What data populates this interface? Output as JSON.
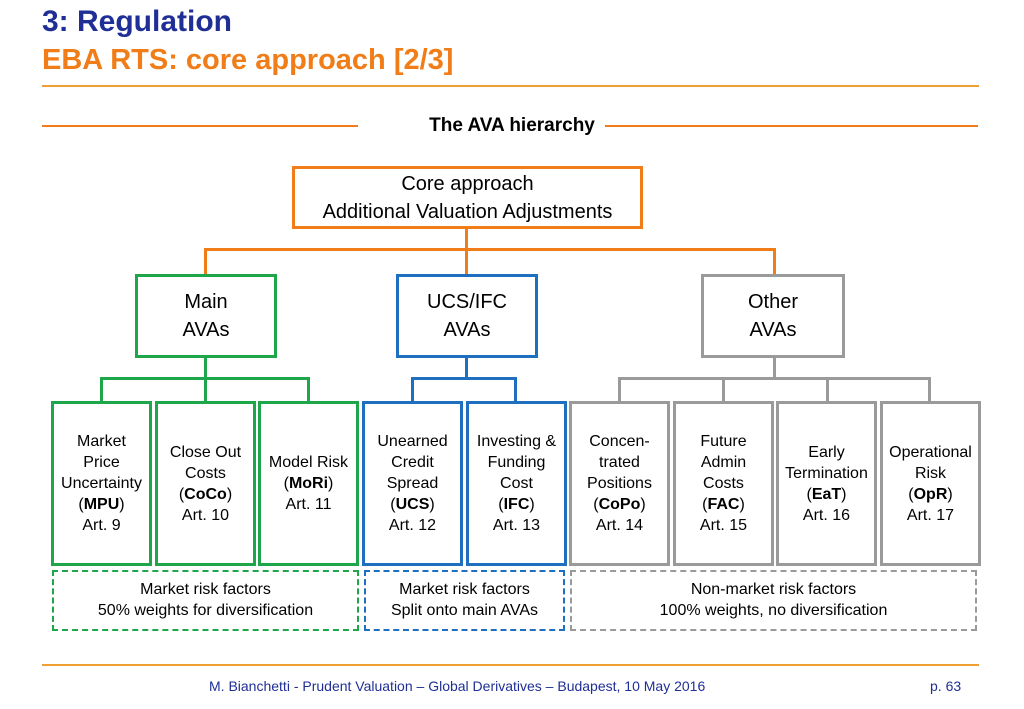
{
  "header": {
    "title": "3: Regulation",
    "subtitle": "EBA RTS: core approach [2/3]"
  },
  "section_title": "The AVA hierarchy",
  "core": {
    "line1": "Core approach",
    "line2": "Additional Valuation Adjustments"
  },
  "groups": [
    {
      "line1": "Main",
      "line2": "AVAs",
      "color": "#1ea64b"
    },
    {
      "line1": "UCS/IFC",
      "line2": "AVAs",
      "color": "#1f6fc1"
    },
    {
      "line1": "Other",
      "line2": "AVAs",
      "color": "#9a9a9a"
    }
  ],
  "leaves": [
    {
      "name": "Market Price Uncertainty",
      "lines": [
        "Market",
        "Price",
        "Uncertainty"
      ],
      "abbr": "MPU",
      "article": "Art. 9"
    },
    {
      "name": "Close Out Costs",
      "lines": [
        "Close Out",
        "Costs"
      ],
      "abbr": "CoCo",
      "article": "Art. 10"
    },
    {
      "name": "Model Risk",
      "lines": [
        "Model Risk"
      ],
      "abbr": "MoRi",
      "article": "Art. 11"
    },
    {
      "name": "Unearned Credit Spread",
      "lines": [
        "Unearned",
        "Credit",
        "Spread"
      ],
      "abbr": "UCS",
      "article": "Art. 12"
    },
    {
      "name": "Investing & Funding Cost",
      "lines": [
        "Investing &",
        "Funding",
        "Cost"
      ],
      "abbr": "IFC",
      "article": "Art. 13"
    },
    {
      "name": "Concentrated Positions",
      "lines": [
        "Concen-",
        "trated",
        "Positions"
      ],
      "abbr": "CoPo",
      "article": "Art. 14"
    },
    {
      "name": "Future Admin Costs",
      "lines": [
        "Future",
        "Admin",
        "Costs"
      ],
      "abbr": "FAC",
      "article": "Art. 15"
    },
    {
      "name": "Early Termination",
      "lines": [
        "Early",
        "Termination"
      ],
      "abbr": "EaT",
      "article": "Art. 16"
    },
    {
      "name": "Operational Risk",
      "lines": [
        "Operational",
        "Risk"
      ],
      "abbr": "OpR",
      "article": "Art. 17"
    }
  ],
  "notes": [
    {
      "line1": "Market risk factors",
      "line2": "50% weights for diversification"
    },
    {
      "line1": "Market risk factors",
      "line2": "Split onto main AVAs"
    },
    {
      "line1": "Non-market risk factors",
      "line2": "100% weights, no diversification"
    }
  ],
  "footer": {
    "citation": "M. Bianchetti - Prudent Valuation – Global Derivatives – Budapest, 10 May 2016",
    "page": "p. 63"
  }
}
